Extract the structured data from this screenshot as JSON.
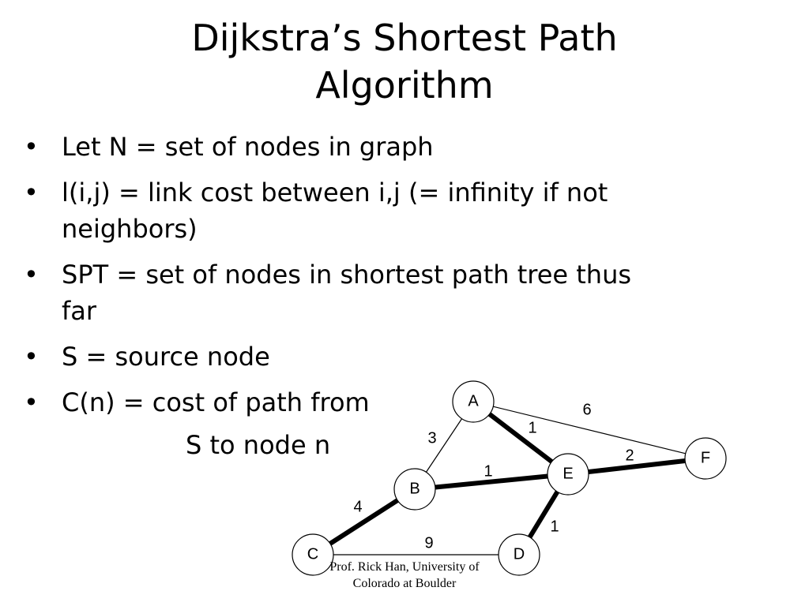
{
  "slide": {
    "title_line1": "Dijkstra’s Shortest Path",
    "title_line2": "Algorithm",
    "bullet_symbol": "•",
    "bullets": [
      {
        "line1": "Let N = set of nodes in graph"
      },
      {
        "line1": "l(i,j) = link cost between i,j (= infinity if not",
        "line2": "neighbors)"
      },
      {
        "line1": "SPT = set of nodes in shortest path tree thus",
        "line2": "far"
      },
      {
        "line1": "S = source node"
      },
      {
        "line1": "C(n) = cost of path from"
      }
    ],
    "bullet5_continuation": "S to node n",
    "footer_line1": "Prof. Rick Han, University of",
    "footer_line2": "Colorado at Boulder"
  },
  "graph": {
    "nodes": [
      "A",
      "B",
      "C",
      "D",
      "E",
      "F"
    ],
    "edges": [
      {
        "from": "A",
        "to": "B",
        "cost": "3",
        "in_tree": false
      },
      {
        "from": "A",
        "to": "F",
        "cost": "6",
        "in_tree": false
      },
      {
        "from": "A",
        "to": "E",
        "cost": "1",
        "in_tree": true
      },
      {
        "from": "B",
        "to": "E",
        "cost": "1",
        "in_tree": true
      },
      {
        "from": "E",
        "to": "F",
        "cost": "2",
        "in_tree": true
      },
      {
        "from": "E",
        "to": "D",
        "cost": "1",
        "in_tree": true
      },
      {
        "from": "B",
        "to": "C",
        "cost": "4",
        "in_tree": true
      },
      {
        "from": "C",
        "to": "D",
        "cost": "9",
        "in_tree": false
      }
    ]
  }
}
